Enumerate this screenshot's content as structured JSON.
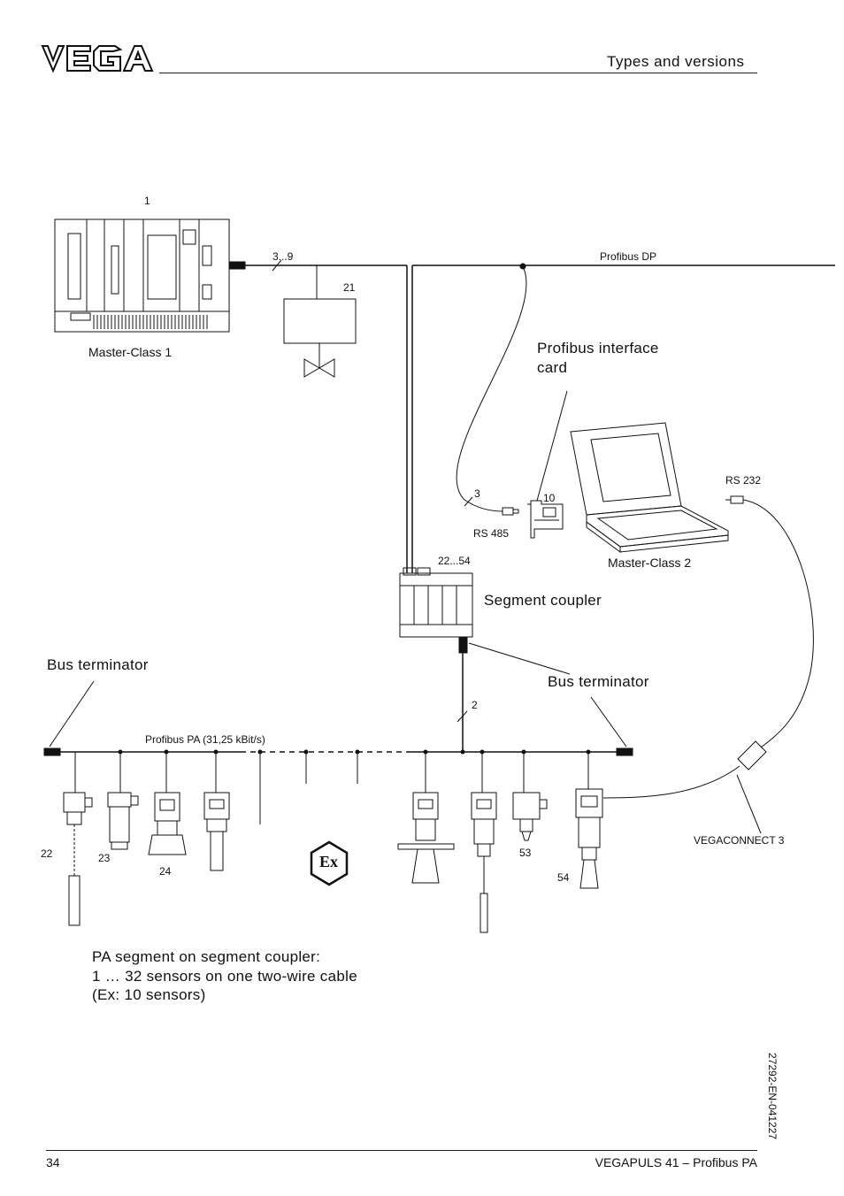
{
  "header": {
    "section_title": "Types and versions",
    "logo_text": "VEGA"
  },
  "footer": {
    "page_number": "34",
    "document_title": "VEGAPULS 41 – Profibus PA",
    "document_code": "27292-EN-041227"
  },
  "diagram": {
    "master_class_1": {
      "number": "1",
      "label": "Master-Class 1"
    },
    "cable_count_top": "3...9",
    "actuator_number": "21",
    "profibus_dp_label": "Profibus DP",
    "interface_card": {
      "label_line1": "Profibus interface",
      "label_line2": "card",
      "number": "10"
    },
    "rs485": {
      "number": "3",
      "label": "RS 485"
    },
    "rs232_label": "RS 232",
    "master_class_2_label": "Master-Class 2",
    "segment_coupler": {
      "label": "Segment coupler",
      "numbers": "22...54"
    },
    "bus_terminator_left": "Bus terminator",
    "bus_terminator_right": "Bus terminator",
    "pa_cable_number": "2",
    "profibus_pa_label": "Profibus PA (31,25 kBit/s)",
    "sensors": [
      "22",
      "23",
      "24",
      "53",
      "54"
    ],
    "vegaconnect_label": "VEGACONNECT 3",
    "ex_label": "Ex",
    "note": {
      "line1": "PA segment on segment coupler:",
      "line2": "1 … 32 sensors on one two-wire cable",
      "line3": "(Ex: 10 sensors)"
    }
  }
}
